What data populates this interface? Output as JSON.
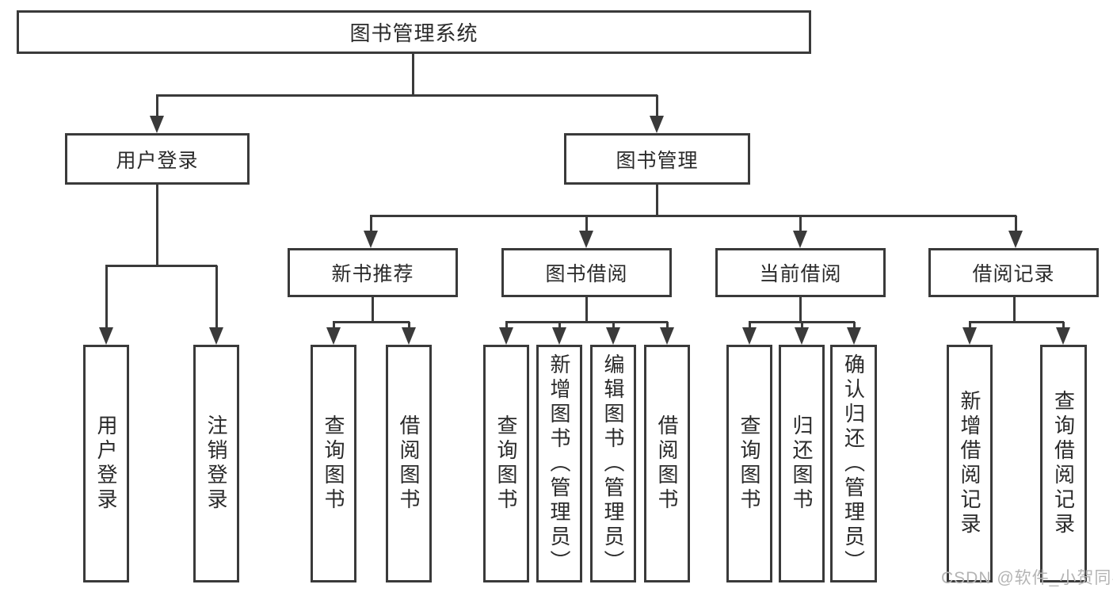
{
  "title": "图书管理系统",
  "tree": {
    "root": {
      "label": "图书管理系统"
    },
    "branches": [
      {
        "label": "用户登录",
        "children": [
          {
            "label": "用户登录"
          },
          {
            "label": "注销登录"
          }
        ]
      },
      {
        "label": "图书管理",
        "children": [
          {
            "label": "新书推荐",
            "children": [
              {
                "label": "查询图书"
              },
              {
                "label": "借阅图书"
              }
            ]
          },
          {
            "label": "图书借阅",
            "children": [
              {
                "label": "查询图书"
              },
              {
                "label": "新增图书（管理员）"
              },
              {
                "label": "编辑图书（管理员）"
              },
              {
                "label": "借阅图书"
              }
            ]
          },
          {
            "label": "当前借阅",
            "children": [
              {
                "label": "查询图书"
              },
              {
                "label": "归还图书"
              },
              {
                "label": "确认归还（管理员）"
              }
            ]
          },
          {
            "label": "借阅记录",
            "children": [
              {
                "label": "新增借阅记录"
              },
              {
                "label": "查询借阅记录"
              }
            ]
          }
        ]
      }
    ]
  },
  "watermark": "CSDN @软件_小贺同学",
  "colors": {
    "line": "#3a3a3a",
    "text": "#2a2a2a",
    "watermark": "#b4b4b4"
  }
}
